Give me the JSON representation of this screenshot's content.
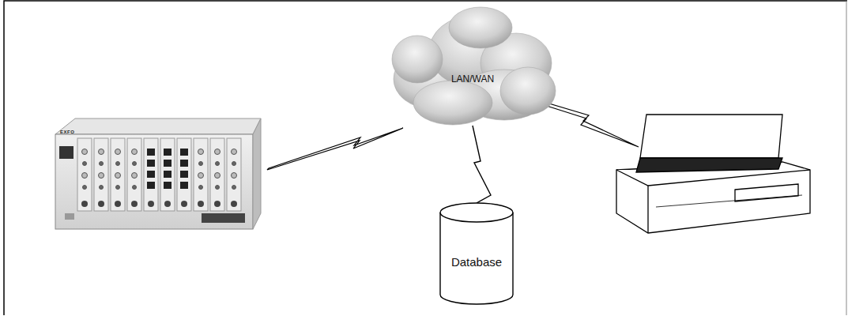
{
  "diagram": {
    "nodes": [
      {
        "text": [
          "LAN/WAN"
        ]
      },
      {
        "text": [
          "Database"
        ]
      }
    ],
    "edges": [
      {
        "from": 0,
        "to": 1,
        "arrow": "none"
      }
    ],
    "labels": [
      "EXFO"
    ]
  }
}
